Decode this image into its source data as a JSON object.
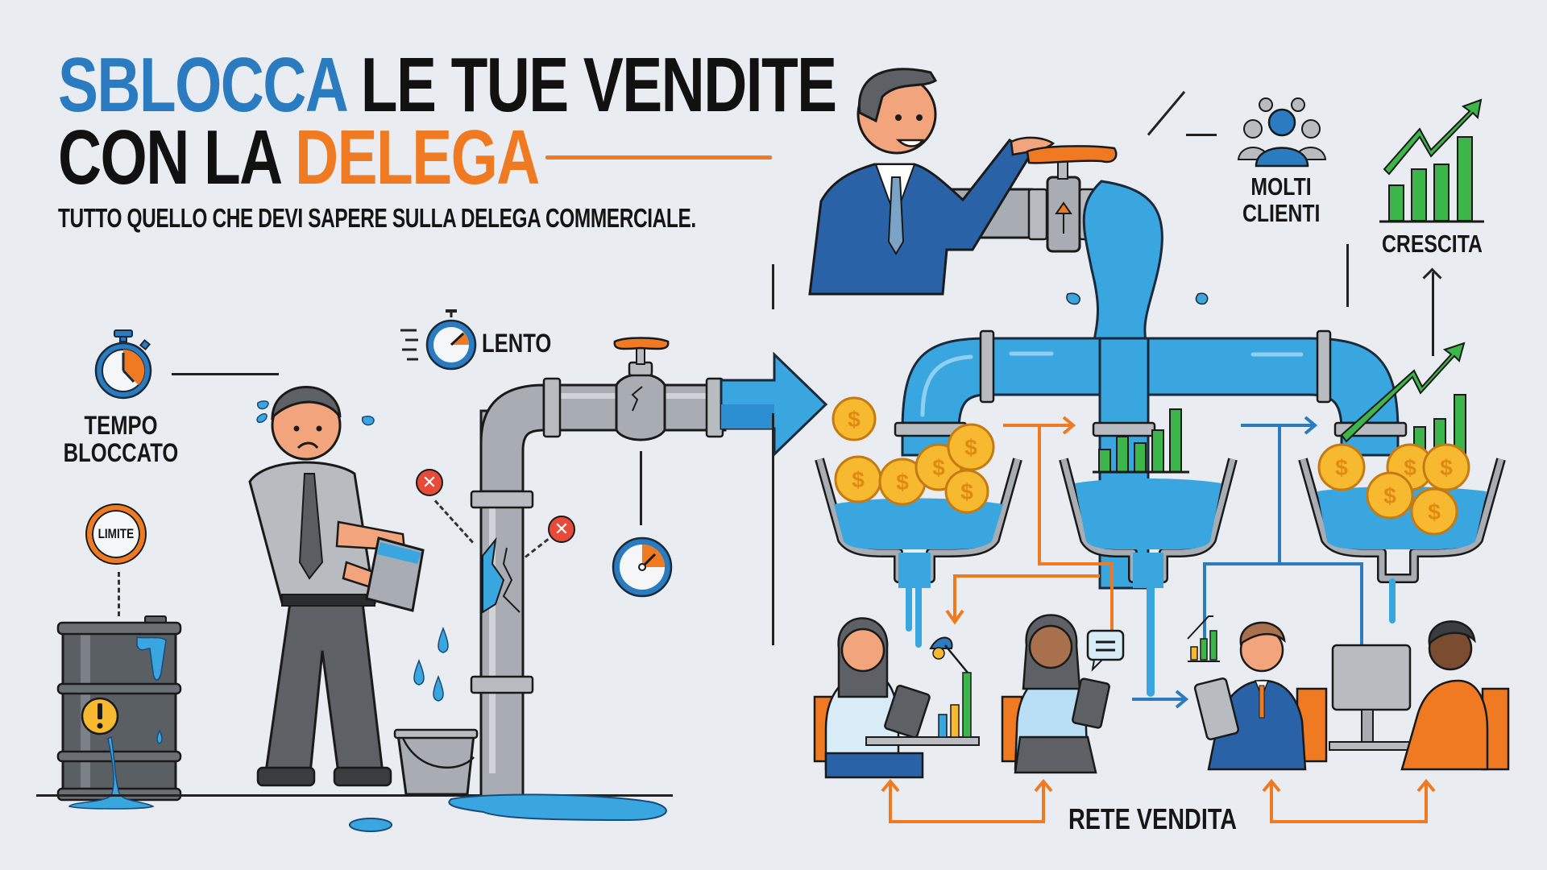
{
  "header": {
    "title_line1_highlight": "SBLOCCA",
    "title_line1_rest": "LE TUE VENDITE",
    "title_line2_prefix": "CON LA",
    "title_line2_highlight": "DELEGA",
    "subtitle": "TUTTO QUELLO CHE DEVI SAPERE SULLA DELEGA COMMERCIALE."
  },
  "left_panel": {
    "problem_labels": {
      "tempo_bloccato": [
        "TEMPO",
        "BLOCCATO"
      ],
      "limite": "LIMITE",
      "lento": "LENTO"
    },
    "icons": [
      "stopwatch-icon",
      "limit-badge-icon",
      "slow-stopwatch-icon",
      "error-x-icon",
      "error-x-icon",
      "pressure-gauge-icon",
      "warning-icon"
    ]
  },
  "right_panel": {
    "molti_clienti": [
      "MOLTI",
      "CLIENTI"
    ],
    "crescita": "CRESCITA",
    "rete_vendita": "RETE VENDITA",
    "icons": [
      "people-group-icon",
      "growth-chart-icon",
      "coin-icon",
      "bar-chart-icon",
      "chat-bubble-icon",
      "desk-lamp-icon",
      "computer-monitor-icon",
      "tablet-icon"
    ]
  },
  "colors": {
    "background": "#e9edf1",
    "accent_blue": "#2a7bc0",
    "accent_orange": "#f07a22",
    "water_blue": "#3aa6e0",
    "pipe_gray": "#a8adb3",
    "growth_green": "#3cb54a",
    "coin_gold": "#f6b930",
    "text_dark": "#141414"
  }
}
